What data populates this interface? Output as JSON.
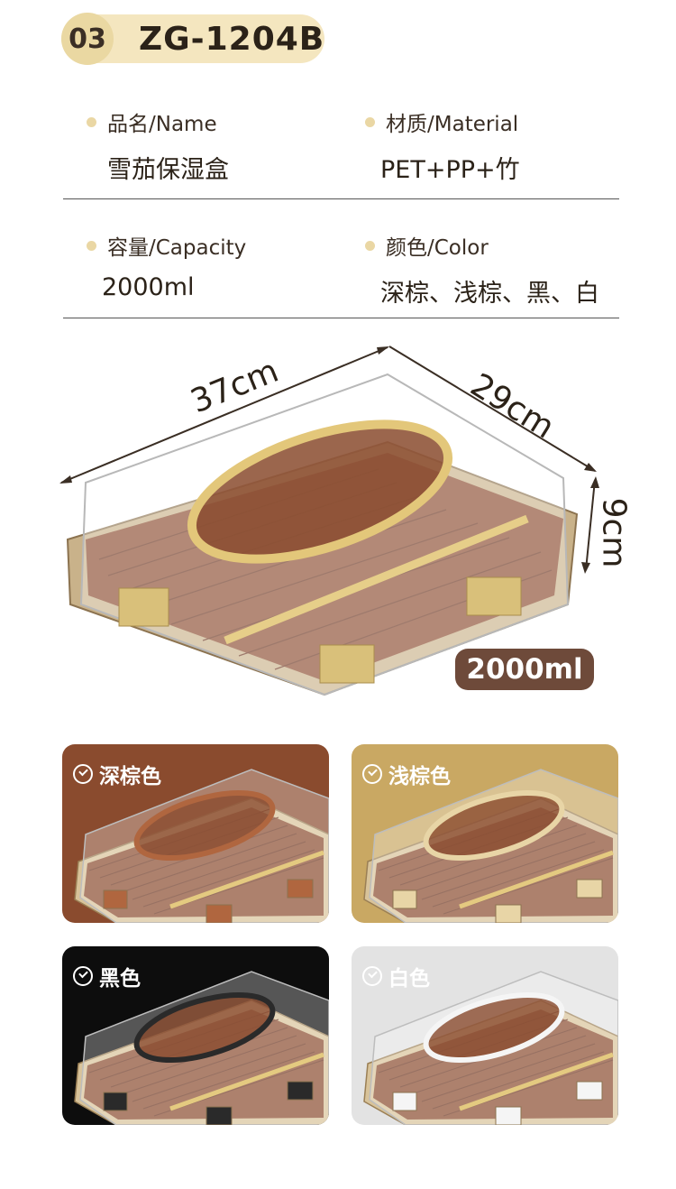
{
  "header": {
    "number": "03",
    "model": "ZG-1204B"
  },
  "specs": {
    "name": {
      "label": "品名/Name",
      "value": "雪茄保湿盒"
    },
    "material": {
      "label": "材质/Material",
      "value": "PET+PP+竹"
    },
    "capacity": {
      "label": "容量/Capacity",
      "value": "2000ml"
    },
    "color": {
      "label": "颜色/Color",
      "value": "深棕、浅棕、黑、白"
    }
  },
  "dimensions": {
    "length": "37cm",
    "width": "29cm",
    "height": "9cm"
  },
  "capacity_badge": "2000ml",
  "variants": [
    {
      "label": "深棕色",
      "bg": "#8a4b2e",
      "trim": "#b0663f",
      "text": "#ffffff"
    },
    {
      "label": "浅棕色",
      "bg": "#c9a863",
      "trim": "#e8d5a6",
      "text": "#ffffff"
    },
    {
      "label": "黑色",
      "bg": "#0d0d0d",
      "trim": "#2a2a2a",
      "text": "#ffffff"
    },
    {
      "label": "白色",
      "bg": "#e3e3e3",
      "trim": "#f5f5f5",
      "text": "#ffffff"
    }
  ]
}
